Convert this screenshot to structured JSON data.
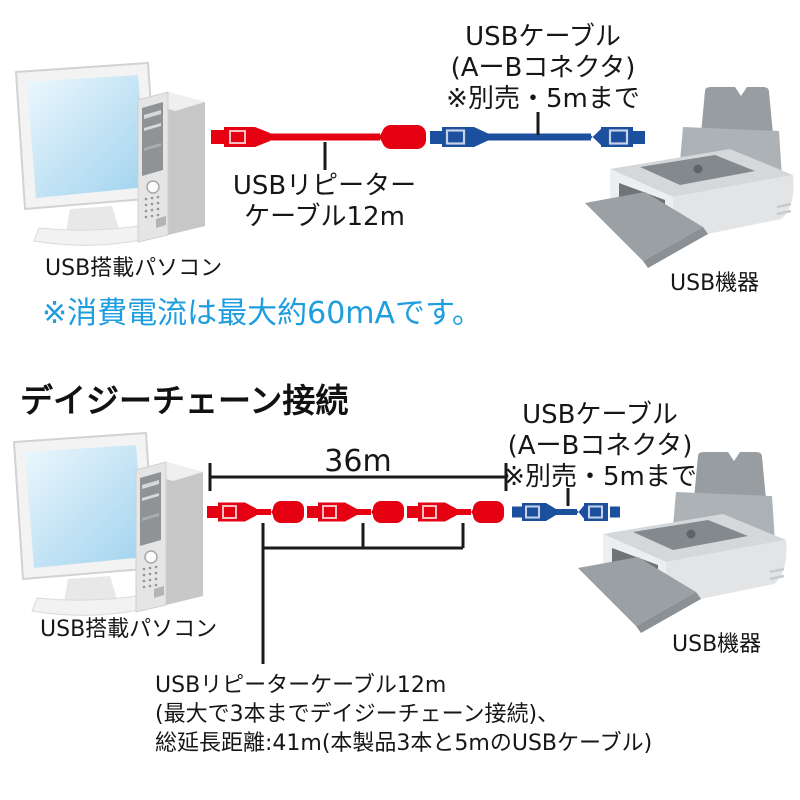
{
  "colors": {
    "repeater_cable_red": "#e50012",
    "usb_cable_blue": "#1c4f9e",
    "note_blue": "#1e9ddf",
    "line_black": "#1a1a1a"
  },
  "top_diagram": {
    "pc_label": "USB搭載パソコン",
    "device_label": "USB機器",
    "repeater_label_lines": [
      "USBリピーター",
      "ケーブル12m"
    ],
    "cable_label_lines": [
      "USBケーブル",
      "(AーBコネクタ)",
      "※別売・5mまで"
    ],
    "note": "※消費電流は最大約60mAです。"
  },
  "daisy_diagram": {
    "heading": "デイジーチェーン接続",
    "total_length_label": "36m",
    "pc_label": "USB搭載パソコン",
    "device_label": "USB機器",
    "cable_label_lines": [
      "USBケーブル",
      "(AーBコネクタ)",
      "※別売・5mまで"
    ],
    "caption_lines": [
      "USBリピーターケーブル12m",
      "(最大で3本までデイジーチェーン接続)、",
      "総延長距離:41m(本製品3本と5mのUSBケーブル)"
    ]
  }
}
